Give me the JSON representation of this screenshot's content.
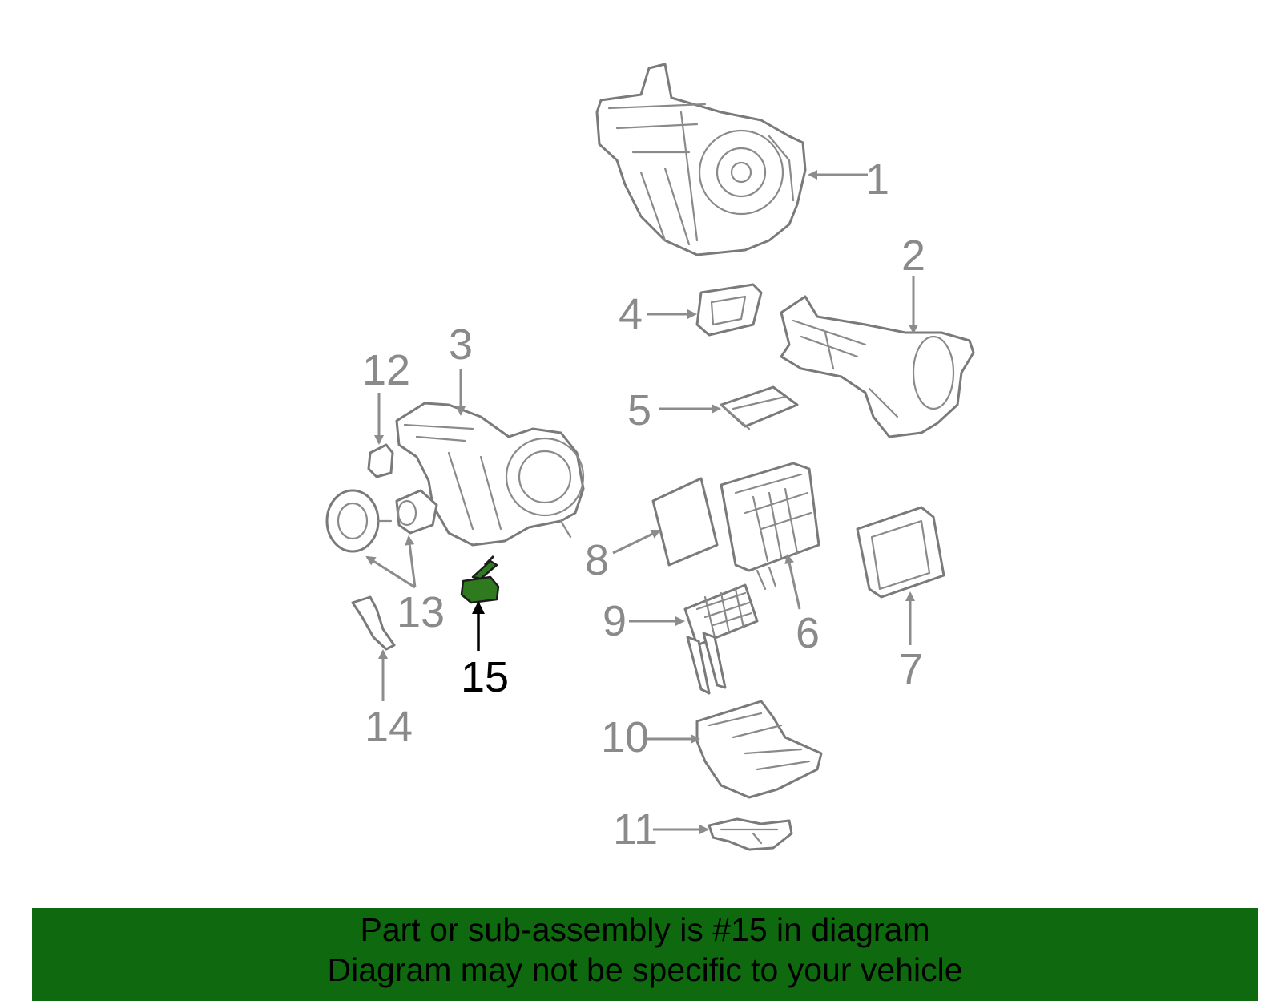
{
  "diagram": {
    "callouts": [
      "1",
      "2",
      "3",
      "4",
      "5",
      "6",
      "7",
      "8",
      "9",
      "10",
      "11",
      "12",
      "13",
      "14",
      "15"
    ],
    "highlighted_callout": "15",
    "highlight_color": "#2f7a1f"
  },
  "footer": {
    "line1": "Part or sub-assembly is #15 in diagram",
    "line2": "Diagram may not be specific to your vehicle",
    "background_color": "#0f6a0f"
  }
}
